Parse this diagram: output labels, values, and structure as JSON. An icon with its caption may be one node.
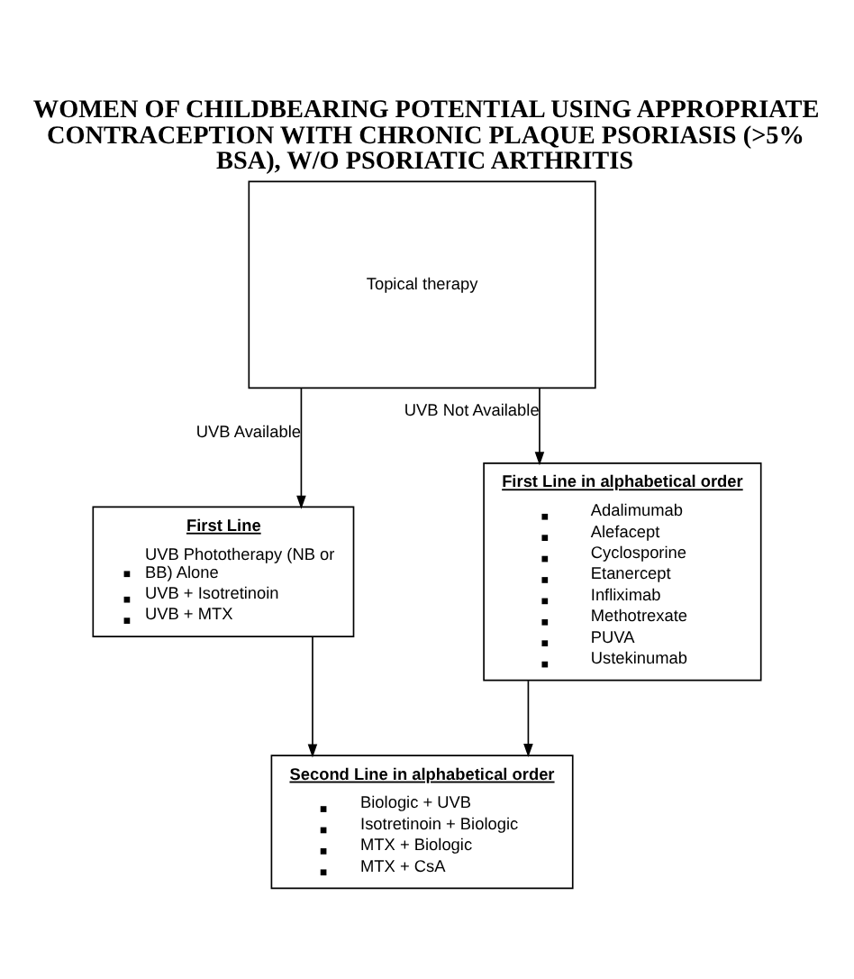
{
  "diagram": {
    "title": "WOMEN OF CHILDBEARING POTENTIAL USING APPROPRIATE CONTRACEPTION WITH CHRONIC PLAQUE PSORIASIS (>5% BSA), W/O PSORIATIC ARTHRITIS",
    "nodes": [
      {
        "text": [
          "Topical therapy"
        ]
      },
      {
        "text": [
          "First Line",
          "UVB Phototherapy (NB or BB) Alone",
          "UVB + Isotretinoin",
          "UVB + MTX"
        ]
      },
      {
        "text": [
          "First Line in alphabetical order",
          "Adalimumab",
          "Alefacept",
          "Cyclosporine",
          "Etanercept",
          "Infliximab",
          "Methotrexate",
          "PUVA",
          "Ustekinumab"
        ]
      },
      {
        "text": [
          "Second Line in alphabetical order",
          "Biologic + UVB",
          "Isotretinoin + Biologic",
          "MTX + Biologic",
          "MTX + CsA"
        ]
      }
    ],
    "edges": [
      {
        "from": 0,
        "to": 1,
        "arrow": "to",
        "label": "UVB Available"
      },
      {
        "from": 0,
        "to": 2,
        "arrow": "to",
        "label": "UVB Not Available"
      },
      {
        "from": 1,
        "to": 3,
        "arrow": "to"
      },
      {
        "from": 2,
        "to": 3,
        "arrow": "to"
      }
    ]
  }
}
